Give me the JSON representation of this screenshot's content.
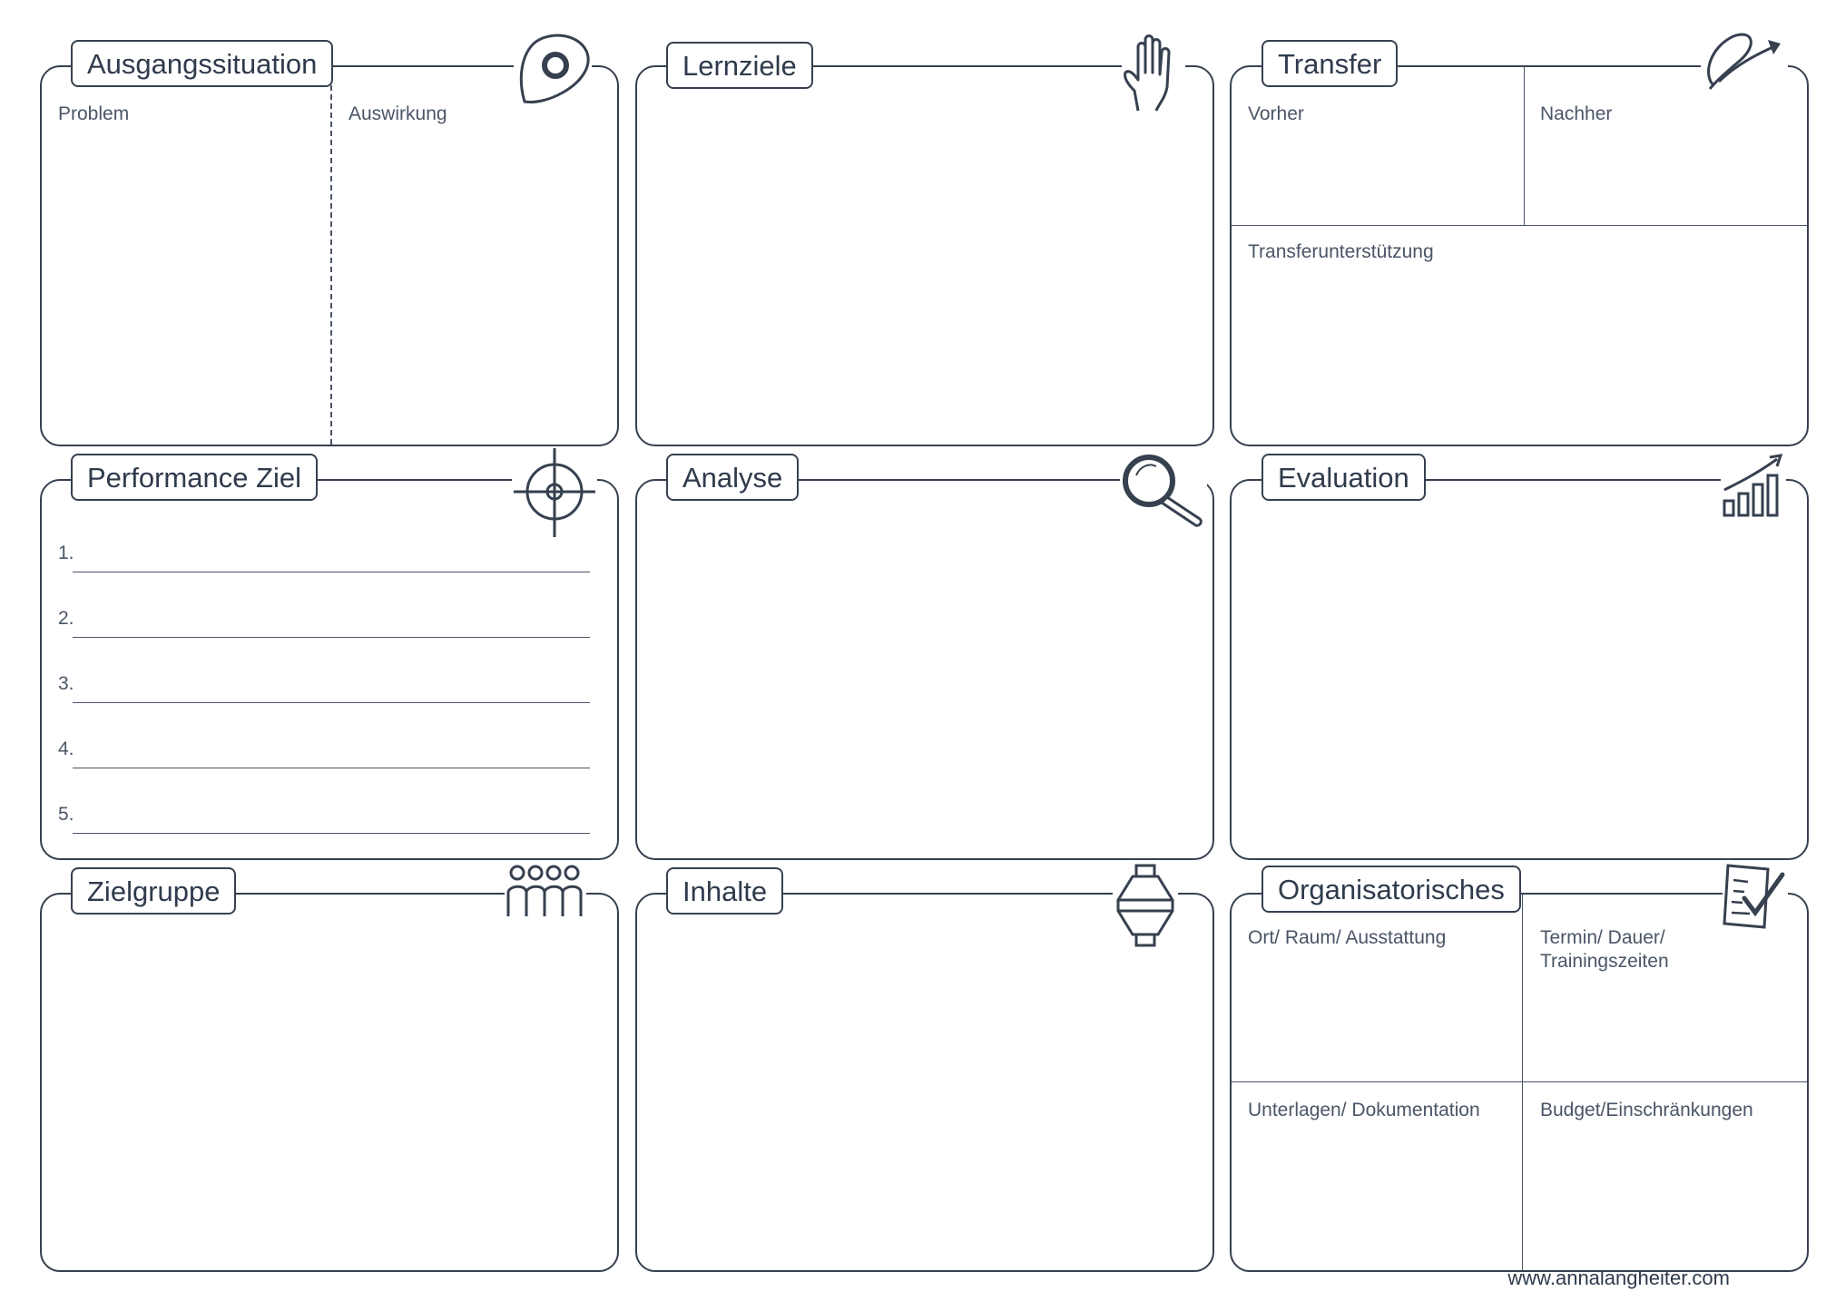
{
  "canvas": {
    "ausgangssituation": {
      "title": "Ausgangssituation",
      "left_label": "Problem",
      "right_label": "Auswirkung",
      "icon": "location-pin-icon"
    },
    "lernziele": {
      "title": "Lernziele",
      "icon": "raised-hand-icon"
    },
    "transfer": {
      "title": "Transfer",
      "vorher": "Vorher",
      "nachher": "Nachher",
      "support": "Transferunterstützung",
      "icon": "swoosh-arrow-icon"
    },
    "performance": {
      "title": "Performance Ziel",
      "items": [
        "1.",
        "2.",
        "3.",
        "4.",
        "5."
      ],
      "icon": "crosshair-target-icon"
    },
    "analyse": {
      "title": "Analyse",
      "icon": "magnifier-icon"
    },
    "evaluation": {
      "title": "Evaluation",
      "icon": "growth-chart-icon"
    },
    "zielgruppe": {
      "title": "Zielgruppe",
      "icon": "people-group-icon"
    },
    "inhalte": {
      "title": "Inhalte",
      "icon": "funnel-icon"
    },
    "organisatorisches": {
      "title": "Organisatorisches",
      "ort": "Ort/ Raum/ Ausstattung",
      "termin_line1": "Termin/ Dauer/",
      "termin_line2": "Trainingszeiten",
      "unterlagen": "Unterlagen/ Dokumentation",
      "budget": "Budget/Einschränkungen",
      "icon": "checklist-icon"
    }
  },
  "footer": {
    "url": "www.annalangheiter.com"
  },
  "colors": {
    "ink": "#36404f",
    "text": "#2f3b4c",
    "background": "#ffffff"
  }
}
